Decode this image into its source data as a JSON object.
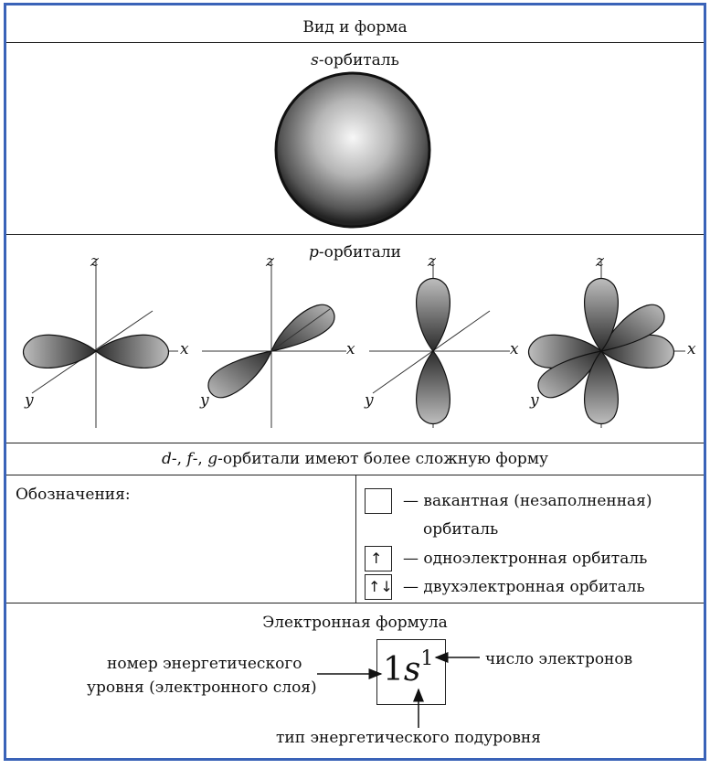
{
  "header": {
    "title": "Вид и форма"
  },
  "s_section": {
    "title_letter": "s",
    "title_rest": "-орбиталь"
  },
  "p_section": {
    "title_letter": "p",
    "title_rest": "-орбитали",
    "axis_labels": {
      "x": "x",
      "y": "y",
      "z": "z"
    }
  },
  "dfg_section": {
    "d": "d",
    "sep1": "-, ",
    "f": "f",
    "sep2": "-, ",
    "g": "g",
    "rest": "-орбитали имеют более сложную форму"
  },
  "legend": {
    "label": "Обозначения:",
    "items": [
      {
        "symbol": "",
        "line1": "— вакантная (незаполненная)",
        "line2": "орбиталь"
      },
      {
        "symbol": "↑",
        "line1": "— одноэлектронная орбиталь"
      },
      {
        "symbol": "↑↓",
        "line1": "— двухэлектронная орбиталь"
      }
    ]
  },
  "formula": {
    "title": "Электронная формула",
    "coefficient": "1",
    "letter": "s",
    "exponent": "1",
    "left_label_line1": "номер энергетического",
    "left_label_line2": "уровня (электронного слоя)",
    "right_label": "число электронов",
    "bottom_label": "тип энергетического подуровня"
  },
  "colors": {
    "frame": "#3a63b8",
    "lines": "#222222"
  }
}
